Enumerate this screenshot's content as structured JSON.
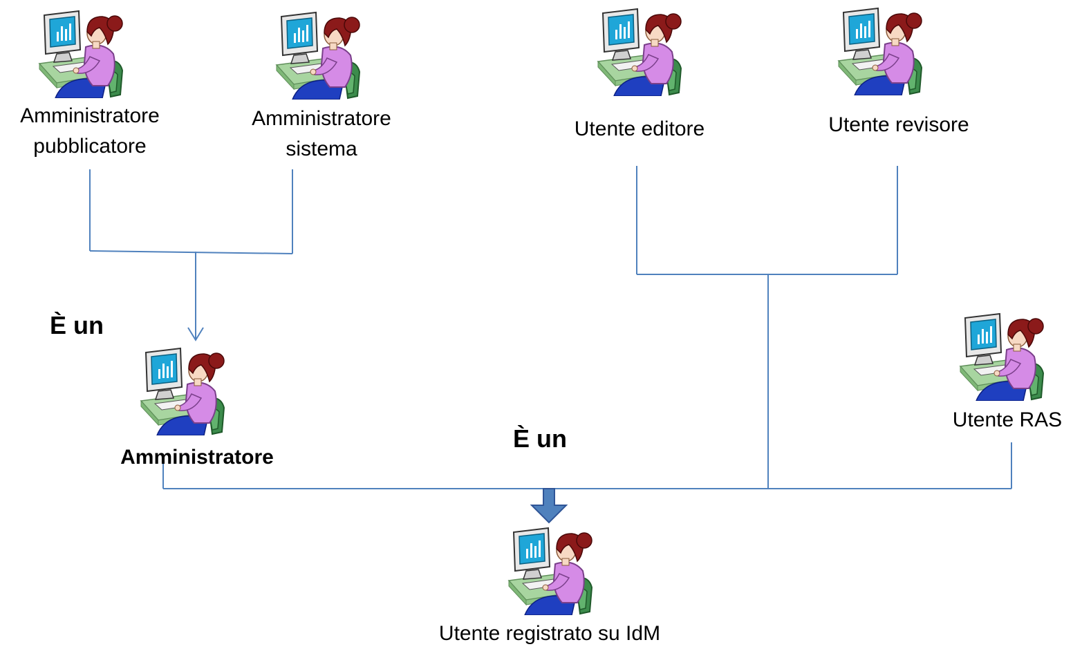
{
  "actors": {
    "admin_publisher": {
      "line1": "Amministratore",
      "line2": "pubblicatore",
      "icon": "user-at-computer-icon"
    },
    "admin_system": {
      "line1": "Amministratore",
      "line2": "sistema",
      "icon": "user-at-computer-icon"
    },
    "user_editor": {
      "label": "Utente editore",
      "icon": "user-at-computer-icon"
    },
    "user_reviewer": {
      "label": "Utente revisore",
      "icon": "user-at-computer-icon"
    },
    "administrator": {
      "label": "Amministratore",
      "icon": "user-at-computer-icon"
    },
    "user_ras": {
      "label": "Utente RAS",
      "icon": "user-at-computer-icon"
    },
    "registered_user": {
      "label": "Utente registrato su IdM",
      "icon": "user-at-computer-icon"
    }
  },
  "relations": {
    "admin_isa": "È un",
    "user_isa": "È un"
  },
  "colors": {
    "connector": "#4f81bd",
    "block_arrow": "#4f81bd",
    "block_arrow_dark": "#2f5597",
    "monitor_screen": "#1fa6d8",
    "person_shirt": "#d58be6",
    "person_hair": "#8b1a1a",
    "chair": "#3c8c4c",
    "desk": "#a8d5a0",
    "pants": "#1f3fc0"
  }
}
